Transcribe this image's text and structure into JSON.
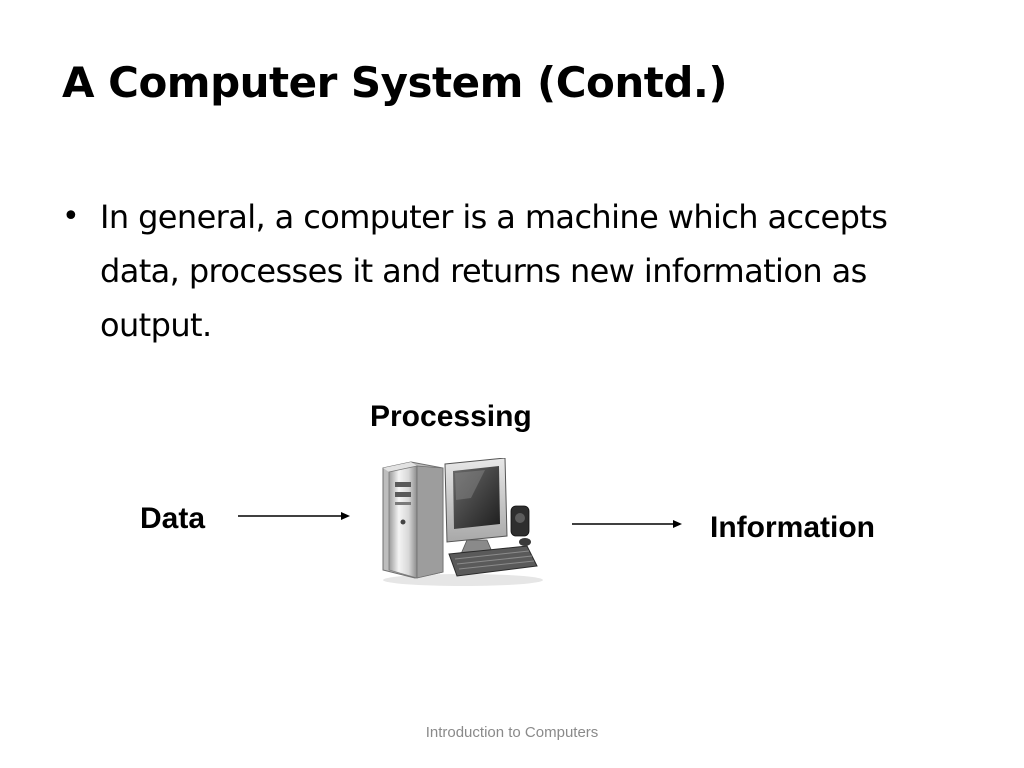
{
  "slide": {
    "title": "A Computer System (Contd.)",
    "bullets": [
      {
        "mark": "•",
        "text": "In general, a computer is a machine which accepts data, processes it and returns new information as output."
      }
    ]
  },
  "diagram": {
    "processing_label": "Processing",
    "input_label": "Data",
    "output_label": "Information",
    "illustration_icon": "desktop-computer-icon",
    "arrow_icon": "right-arrow-icon"
  },
  "footer": {
    "text": "Introduction to Computers",
    "color": "#8a8a8a"
  }
}
